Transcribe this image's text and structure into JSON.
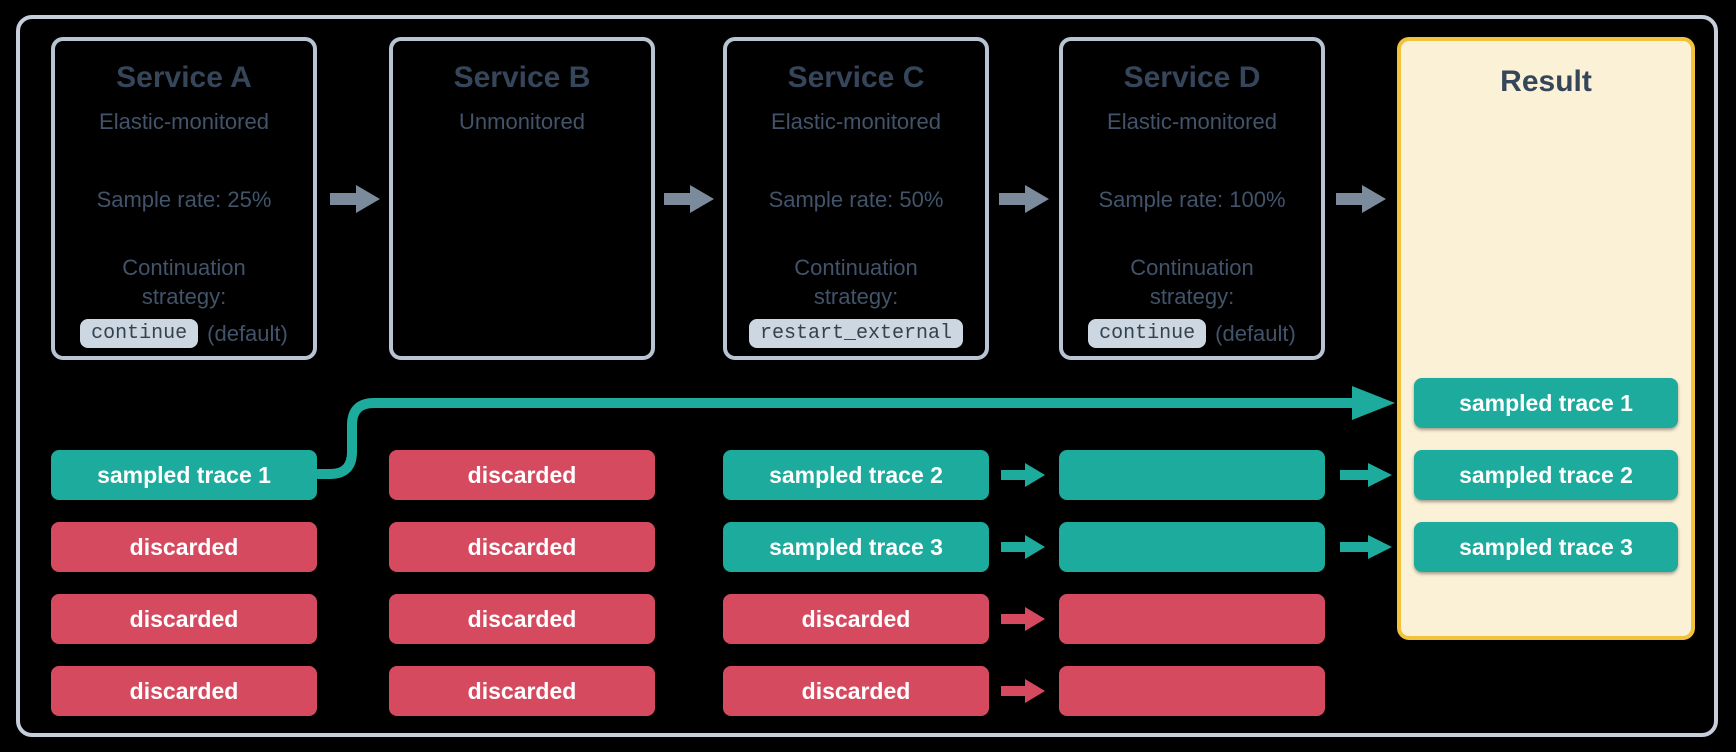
{
  "diagram": {
    "services": [
      {
        "title": "Service A",
        "monitoring": "Elastic-monitored",
        "sample_rate": "Sample rate: 25%",
        "continuation_label": "Continuation strategy:",
        "strategy_code": "continue",
        "strategy_suffix": "(default)"
      },
      {
        "title": "Service B",
        "monitoring": "Unmonitored"
      },
      {
        "title": "Service C",
        "monitoring": "Elastic-monitored",
        "sample_rate": "Sample rate: 50%",
        "continuation_label": "Continuation strategy:",
        "strategy_code": "restart_external",
        "strategy_suffix": ""
      },
      {
        "title": "Service D",
        "monitoring": "Elastic-monitored",
        "sample_rate": "Sample rate: 100%",
        "continuation_label": "Continuation strategy:",
        "strategy_code": "continue",
        "strategy_suffix": "(default)"
      }
    ],
    "columns": [
      {
        "service": "Service A",
        "traces": [
          {
            "label": "sampled trace 1",
            "status": "sampled"
          },
          {
            "label": "discarded",
            "status": "discarded"
          },
          {
            "label": "discarded",
            "status": "discarded"
          },
          {
            "label": "discarded",
            "status": "discarded"
          }
        ]
      },
      {
        "service": "Service B",
        "traces": [
          {
            "label": "discarded",
            "status": "discarded"
          },
          {
            "label": "discarded",
            "status": "discarded"
          },
          {
            "label": "discarded",
            "status": "discarded"
          },
          {
            "label": "discarded",
            "status": "discarded"
          }
        ]
      },
      {
        "service": "Service C",
        "traces": [
          {
            "label": "sampled trace 2",
            "status": "sampled"
          },
          {
            "label": "sampled trace 3",
            "status": "sampled"
          },
          {
            "label": "discarded",
            "status": "discarded"
          },
          {
            "label": "discarded",
            "status": "discarded"
          }
        ]
      },
      {
        "service": "Service D",
        "traces": [
          {
            "label": "",
            "status": "sampled"
          },
          {
            "label": "",
            "status": "sampled"
          },
          {
            "label": "",
            "status": "discarded"
          },
          {
            "label": "",
            "status": "discarded"
          }
        ]
      }
    ],
    "result": {
      "title": "Result",
      "traces": [
        {
          "label": "sampled trace 1",
          "status": "sampled"
        },
        {
          "label": "sampled trace 2",
          "status": "sampled"
        },
        {
          "label": "sampled trace 3",
          "status": "sampled"
        }
      ]
    },
    "palette": {
      "sampled_teal": "#1cab9c",
      "discarded_red": "#d64a60",
      "result_bg": "#fbf1d6",
      "result_border": "#f2c23b",
      "service_border": "#b9c4d2",
      "outer_border": "#c6cfdb",
      "arrow_gray": "#7c8b9b",
      "text_slate": "#3a4a5c",
      "chip_bg": "#ccd7e2",
      "background": "#000000"
    }
  }
}
